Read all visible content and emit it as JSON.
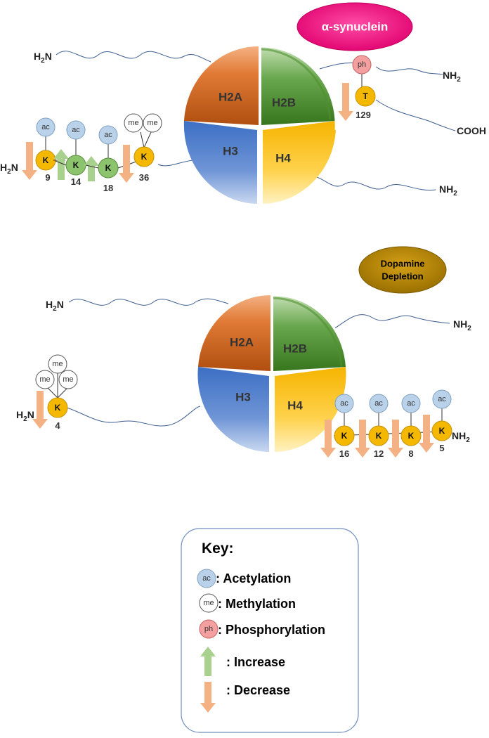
{
  "colors": {
    "h2a": "#d4651f",
    "h2b": "#4f8f2f",
    "h3": "#3f6fbf",
    "h4": "#f5b800",
    "lysine_fill": "#f5b800",
    "lysine_increase_fill": "#8cc46e",
    "acetyl_fill": "#b9d2ea",
    "methyl_fill": "#ffffff",
    "phospho_fill": "#f5a0a0",
    "increase_arrow": "#a9d18e",
    "decrease_arrow": "#f4b183",
    "alpha_syn_badge": "#e5007a",
    "dopamine_badge": "#b8860b"
  },
  "histones": {
    "h2a": "H2A",
    "h2b": "H2B",
    "h3": "H3",
    "h4": "H4"
  },
  "termini": {
    "h2n": "H",
    "h2n_sub": "2",
    "h2n_n": "N",
    "nh2_n": "NH",
    "nh2_sub": "2",
    "cooh": "COOH"
  },
  "panel1": {
    "badge": "α-synuclein",
    "h3_residues": [
      {
        "residue": "K",
        "position": "9",
        "mods": [
          "ac"
        ],
        "change": "decrease"
      },
      {
        "residue": "K",
        "position": "14",
        "mods": [
          "ac"
        ],
        "change": "increase"
      },
      {
        "residue": "K",
        "position": "18",
        "mods": [
          "ac"
        ],
        "change": "increase"
      },
      {
        "residue": "K",
        "position": "36",
        "mods": [
          "me",
          "me"
        ],
        "change": "decrease"
      }
    ],
    "h2b_residue": {
      "residue": "T",
      "position": "129",
      "mods": [
        "ph"
      ],
      "change": "decrease"
    }
  },
  "panel2": {
    "badge_line1": "Dopamine",
    "badge_line2": "Depletion",
    "h3_residue": {
      "residue": "K",
      "position": "4",
      "mods": [
        "me",
        "me",
        "me"
      ],
      "change": "decrease"
    },
    "h4_residues": [
      {
        "residue": "K",
        "position": "16",
        "mods": [
          "ac"
        ],
        "change": "decrease"
      },
      {
        "residue": "K",
        "position": "12",
        "mods": [
          "ac"
        ],
        "change": "decrease"
      },
      {
        "residue": "K",
        "position": "8",
        "mods": [
          "ac"
        ],
        "change": "decrease"
      },
      {
        "residue": "K",
        "position": "5",
        "mods": [
          "ac"
        ],
        "change": "decrease"
      }
    ]
  },
  "key": {
    "title": "Key:",
    "acetylation_symbol": "ac",
    "acetylation_label": ": Acetylation",
    "methylation_symbol": "me",
    "methylation_label": ": Methylation",
    "phosphorylation_symbol": "ph",
    "phosphorylation_label": ": Phosphorylation",
    "increase_label": ": Increase",
    "decrease_label": ": Decrease"
  }
}
